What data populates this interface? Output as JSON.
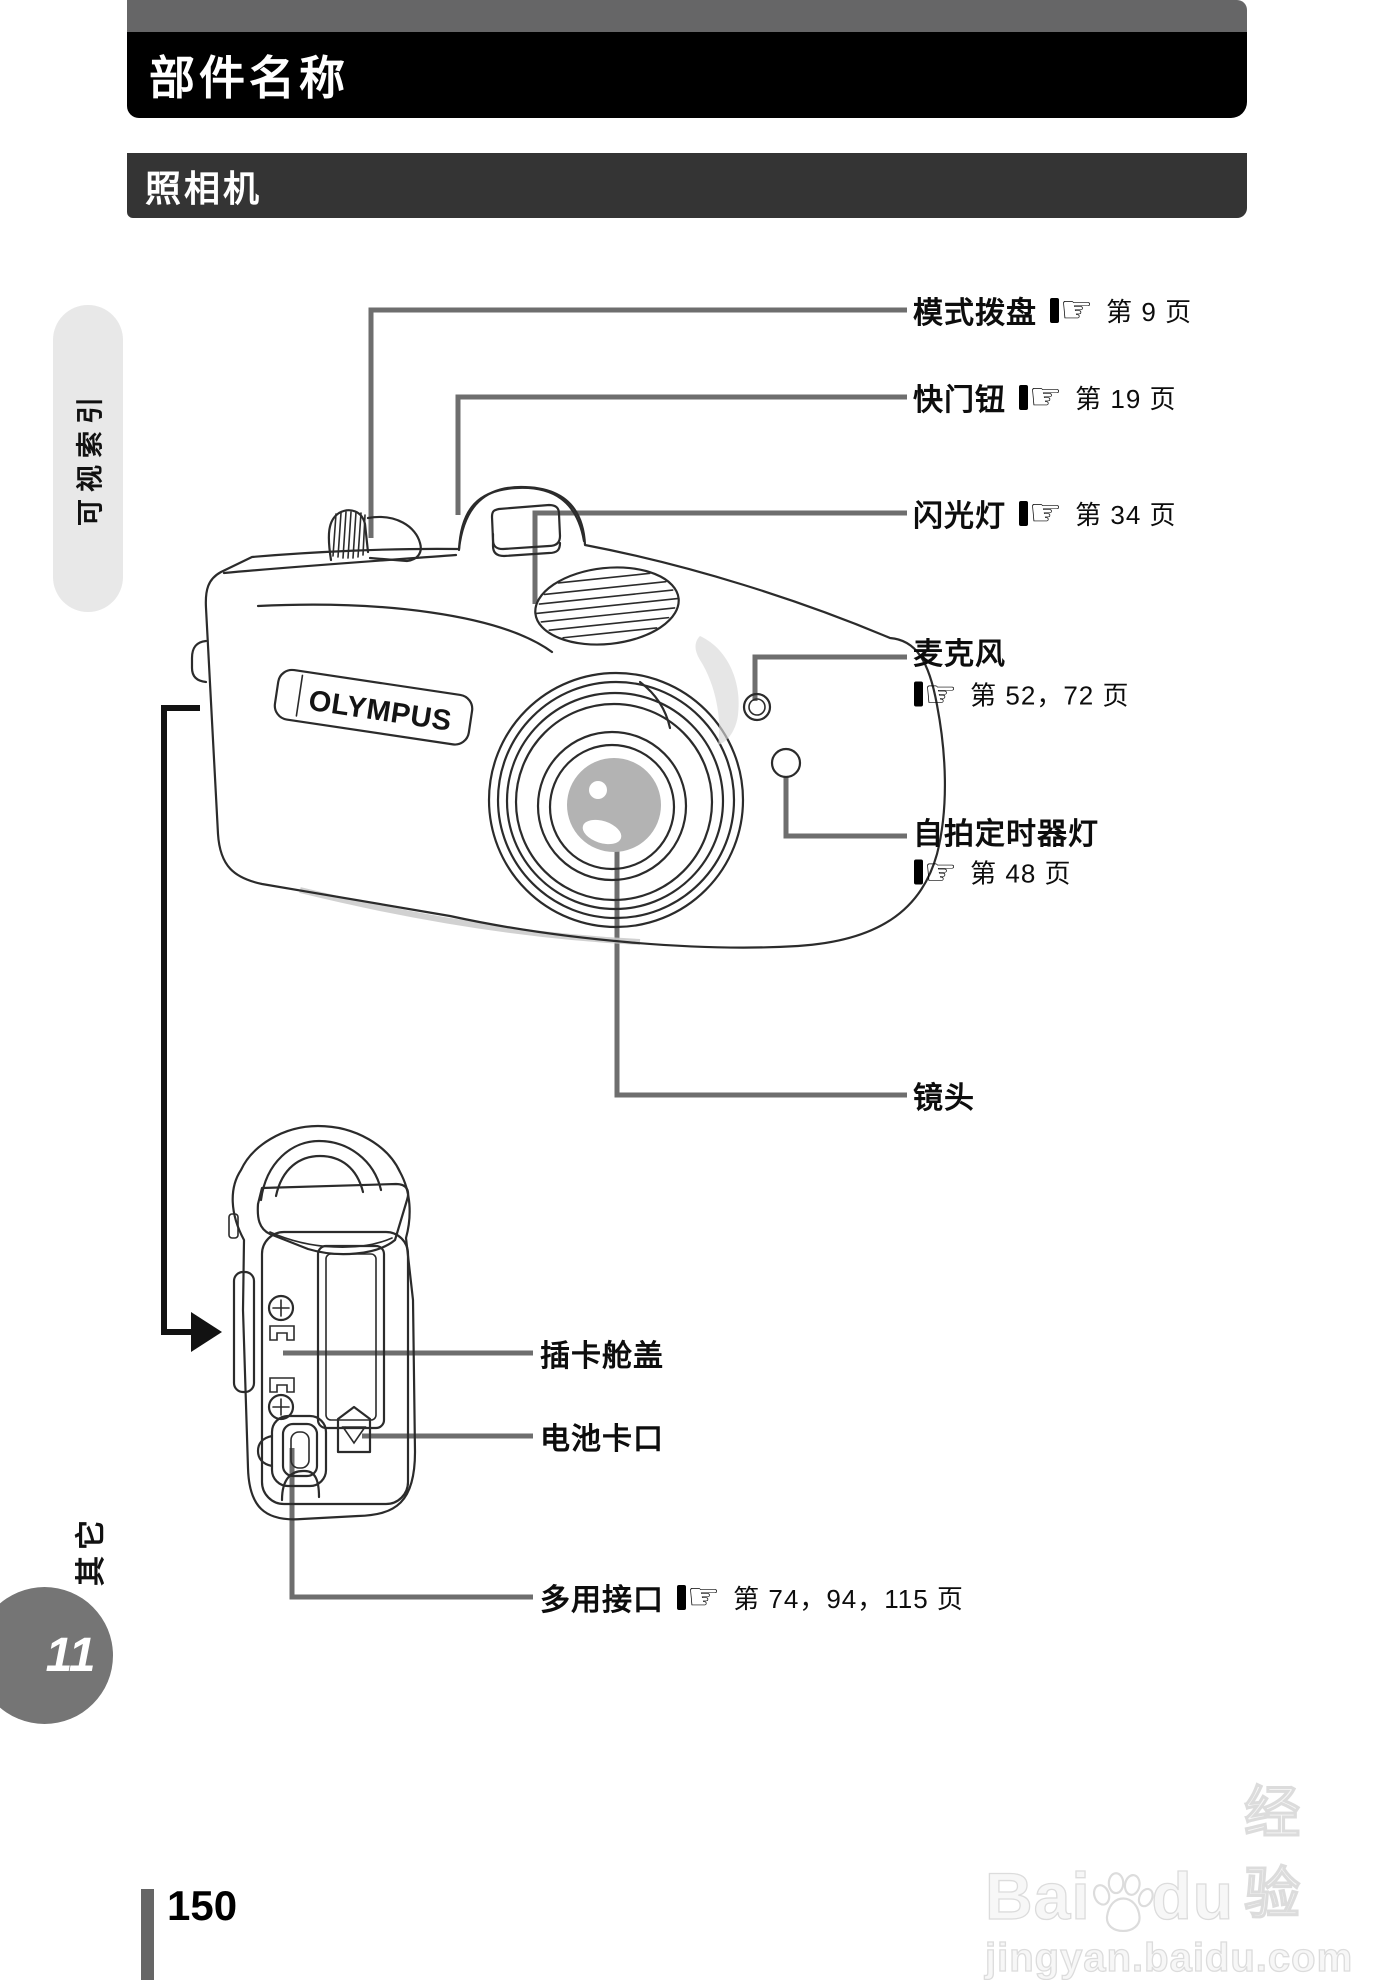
{
  "header": {
    "title": "部件名称",
    "subtitle": "照相机"
  },
  "sidebar": {
    "top_tab": "可视索引",
    "bottom_tab": "其它",
    "chapter_badge": "11"
  },
  "figure": {
    "logo": "OLYMPUS",
    "ref_icon": "☞",
    "labels": {
      "mode_dial": {
        "name": "模式拨盘",
        "ref": "第 9 页"
      },
      "shutter_button": {
        "name": "快门钮",
        "ref": "第 19 页"
      },
      "flash": {
        "name": "闪光灯",
        "ref": "第 34 页"
      },
      "microphone": {
        "name": "麦克风",
        "ref": "第 52，72 页"
      },
      "self_timer_lamp": {
        "name": "自拍定时器灯",
        "ref": "第 48 页"
      },
      "lens": {
        "name": "镜头"
      },
      "card_cover": {
        "name": "插卡舱盖"
      },
      "battery_latch": {
        "name": "电池卡口"
      },
      "multi_connector": {
        "name": "多用接口",
        "ref": "第 74，94，115 页"
      }
    }
  },
  "footer": {
    "page_number": "150"
  },
  "watermark": {
    "brand_left": "Bai",
    "brand_right": "du",
    "brand_cjk": "经验",
    "url": "jingyan.baidu.com"
  },
  "colors": {
    "header_black": "#000000",
    "header_gray": "#666667",
    "subheader_gray": "#343434",
    "pointer_line": "#6e6e6e",
    "pill_bg": "#e8e8e8",
    "badge_bg": "#757575",
    "line_art": "#2b2b2b"
  }
}
